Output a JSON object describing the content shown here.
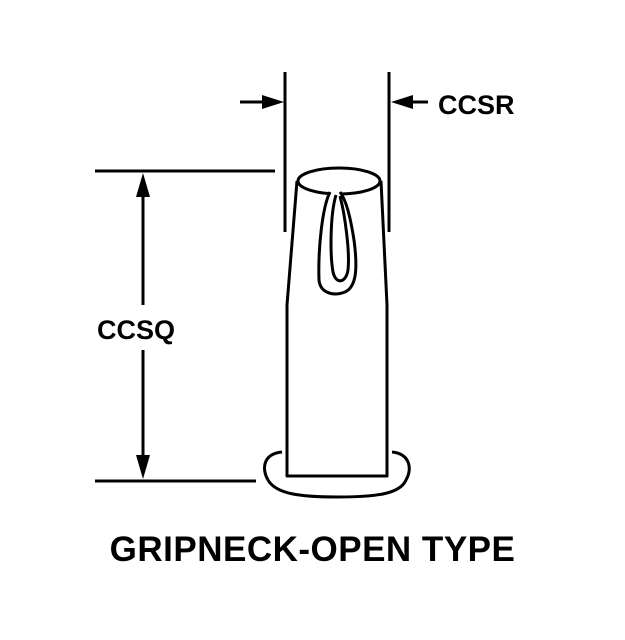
{
  "diagram": {
    "caption": "GRIPNECK-OPEN TYPE",
    "labels": {
      "width_dimension": "CCSR",
      "height_dimension": "CCSQ"
    }
  }
}
